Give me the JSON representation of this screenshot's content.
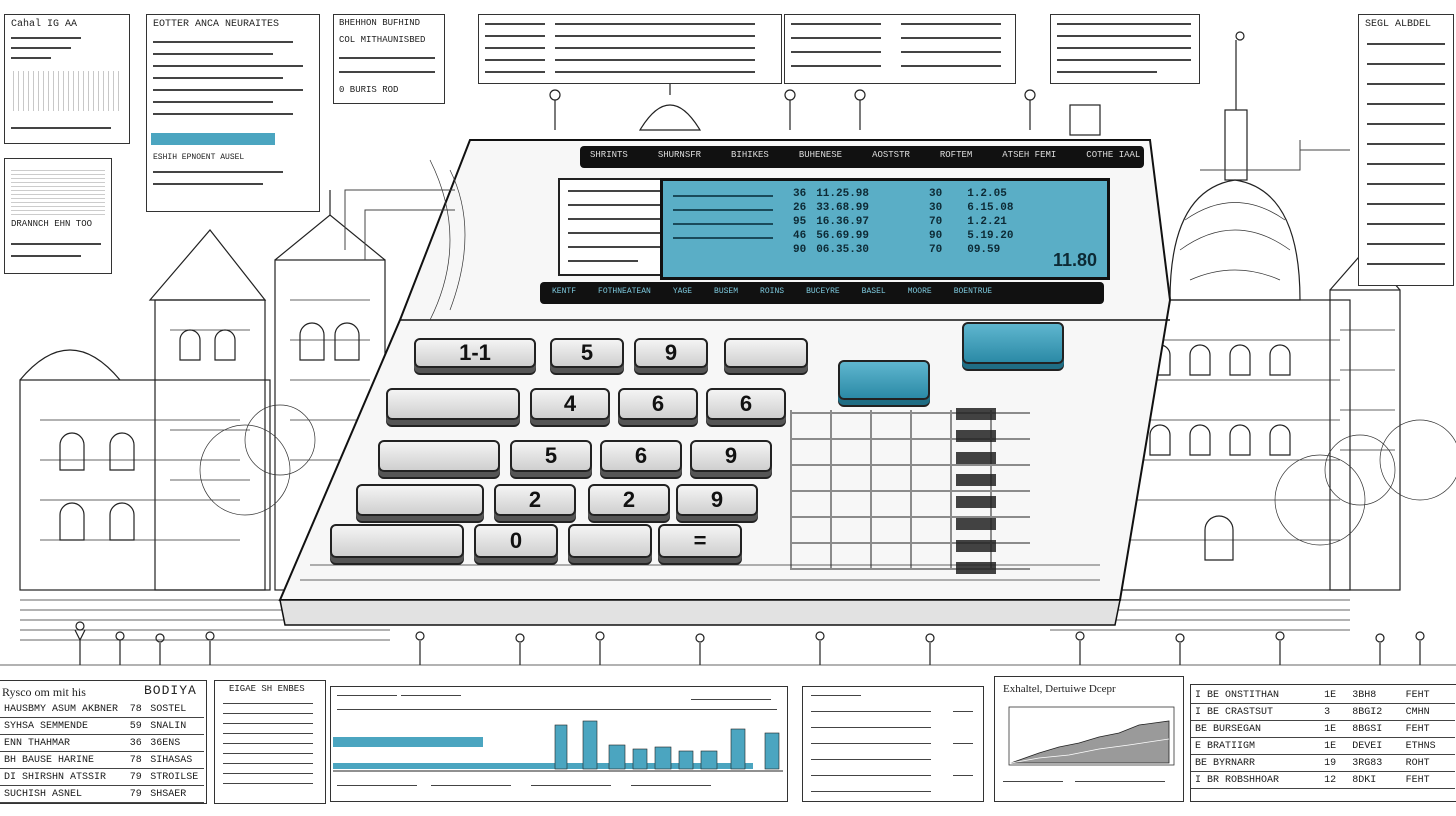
{
  "display": {
    "header_labels": [
      "SHRINTS",
      "SHURNSFR",
      "BIHIKES",
      "BUHENESE",
      "AOSTSTR",
      "ROFTEM",
      "ATSEH FEMI",
      "COTHE IAAL"
    ],
    "readout_value": "11.80",
    "footer_labels": [
      "KENTF",
      "FOTHNEATEAN",
      "YAGE",
      "BUSEM",
      "ROINS",
      "BUCEYRE",
      "BASEL",
      "MOORE",
      "BOENTRUE"
    ],
    "rows": [
      [
        "36",
        "11.25.98",
        "30",
        "1.2.05"
      ],
      [
        "26",
        "33.68.99",
        "30",
        "6.15.08"
      ],
      [
        "95",
        "16.36.97",
        "70",
        "1.2.21"
      ],
      [
        "46",
        "56.69.99",
        "90",
        "5.19.20"
      ],
      [
        "90",
        "06.35.30",
        "70",
        "09.59"
      ]
    ]
  },
  "keypad": {
    "keys": [
      "1-1",
      "5",
      "9",
      "",
      "",
      "4",
      "6",
      "6",
      "",
      "5",
      "6",
      "9",
      "",
      "2",
      "2",
      "9",
      "",
      "0",
      "",
      "="
    ]
  },
  "top_panels": {
    "panel_a": "EOTTER ANCA NEURAITES",
    "panel_b_title": "BHEHHON BUFHIND",
    "panel_b_sub": "COL MITHAUNISBED",
    "panel_b_footer": "0 BURIS ROD",
    "panel_c_label": "ESHIH EPNOENT AUSEL",
    "panel_left": "DRANNCH EHN TOO",
    "panel_right_title": "SEGL ALBDEL"
  },
  "bottom": {
    "left_title": "BODIYA",
    "left_sub": "Rysco om mit his",
    "left_rows": [
      [
        "HAUSBMY ASUM AKBNER",
        "78",
        "SOSTEL"
      ],
      [
        "SYHSA SEMMENDE",
        "59",
        "SNALIN"
      ],
      [
        "ENN THAHMAR",
        "36",
        "36ENS"
      ],
      [
        "BH BAUSE HARINE",
        "78",
        "SIHASAS"
      ],
      [
        "DI SHIRSHN ATSSIR",
        "79",
        "STROILSE"
      ],
      [
        "SUCHISH ASNEL",
        "79",
        "SHSAER"
      ]
    ],
    "mid_header": "EIGAE SH ENBES",
    "chart_title": "Exhaltel, Dertuiwe Dcepr",
    "right_rows": [
      [
        "I BE ONSTITHAN",
        "1E",
        "3BH8",
        "FEHT"
      ],
      [
        "I BE CRASTSUT",
        "3",
        "8BGI2",
        "CMHN"
      ],
      [
        "BE BURSEGAN",
        "1E",
        "8BGSI",
        "FEHT"
      ],
      [
        "E BRATIIGM",
        "1E",
        "DEVEI",
        "ETHNS"
      ],
      [
        "BE BYRNARR",
        "19",
        "3RG83",
        "ROHT"
      ],
      [
        "I BR ROBSHHOAR",
        "12",
        "8DKI",
        "FEHT"
      ]
    ]
  },
  "colors": {
    "accent": "#4ba5c0",
    "ink": "#1a1a1a"
  }
}
